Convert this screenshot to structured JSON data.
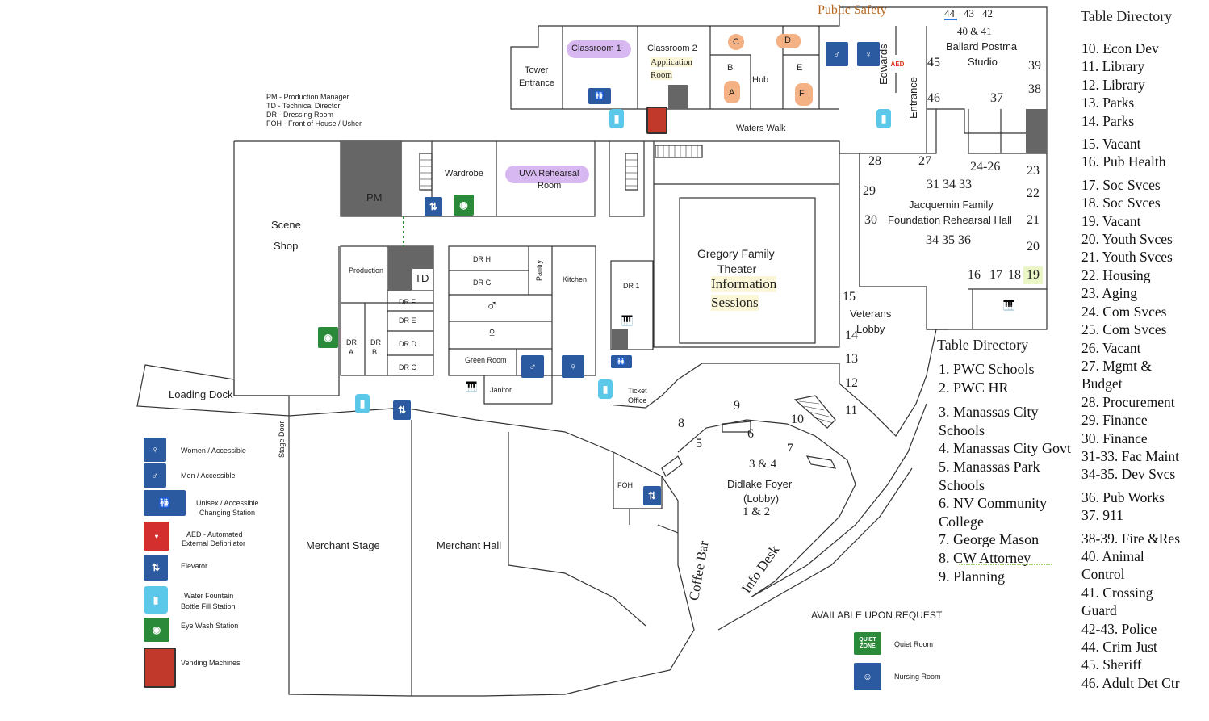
{
  "header": {
    "public_safety": "Public Safety",
    "directory_title": "Table Directory"
  },
  "colors": {
    "public_safety": "#b5651d",
    "accent_blue": "#2c5aa0",
    "eye_green": "#2a8a3a",
    "fountain": "#5bc8ea",
    "aed_red": "#d32f2f",
    "highlight": "#fbf6d8",
    "purple_room": "#d8b8f0"
  },
  "abbreviations": [
    "PM - Production Manager",
    "TD - Technical Director",
    "DR - Dressing Room",
    "FOH - Front of House / Usher"
  ],
  "rooms": {
    "classroom1": "Classroom 1",
    "classroom2": "Classroom 2",
    "application_room_1": "Application",
    "application_room_2": "Room",
    "tower_entrance_1": "Tower",
    "tower_entrance_2": "Entrance",
    "hub": "Hub",
    "ballard_1": "Ballard Postma",
    "ballard_2": "Studio",
    "edwards_1": "Edwards",
    "edwards_2": "Entrance",
    "waters_walk": "Waters Walk",
    "wardrobe": "Wardrobe",
    "uva_1": "UVA Rehearsal",
    "uva_2": "Room",
    "pm": "PM",
    "scene_shop_1": "Scene",
    "scene_shop_2": "Shop",
    "production": "Production",
    "td": "TD",
    "dr_h": "DR H",
    "dr_g": "DR G",
    "dr_f": "DR F",
    "dr_e": "DR E",
    "dr_d": "DR D",
    "dr_c": "DR C",
    "dr_a_1": "DR",
    "dr_a_2": "A",
    "dr_b_1": "DR",
    "dr_b_2": "B",
    "dr_1": "DR 1",
    "pantry": "Pantry",
    "kitchen": "Kitchen",
    "green_room": "Green Room",
    "janitor": "Janitor",
    "ticket_1": "Ticket",
    "ticket_2": "Office",
    "gregory_1": "Gregory Family",
    "gregory_2": "Theater",
    "info_sessions_1": "Information",
    "info_sessions_2": "Sessions",
    "jacquemin_1": "Jacquemin Family",
    "jacquemin_2": "Foundation Rehearsal Hall",
    "veterans_1": "Veterans",
    "veterans_2": "Lobby",
    "loading_dock": "Loading Dock",
    "stage_door": "Stage Door",
    "merchant_stage": "Merchant Stage",
    "merchant_hall": "Merchant Hall",
    "foh": "FOH",
    "coffee_bar": "Coffee Bar",
    "info_desk": "Info Desk",
    "didlake_1": "Didlake Foyer",
    "didlake_2": "(Lobby)",
    "didlake_3": "1 & 2",
    "didlake_34": "3 & 4",
    "hub_a": "A",
    "hub_b": "B",
    "hub_c": "C",
    "hub_d": "D",
    "hub_e": "E",
    "hub_f": "F"
  },
  "table_numbers": {
    "n44": "44",
    "n43": "43",
    "n42": "42",
    "n40_41": "40 & 41",
    "n45": "45",
    "n46": "46",
    "n37": "37",
    "n39": "39",
    "n38": "38",
    "n28": "28",
    "n27": "27",
    "n24_26": "24-26",
    "n23": "23",
    "n22": "22",
    "n21": "21",
    "n20": "20",
    "n29": "29",
    "n30": "30",
    "n31_34_33": "31 34 33",
    "n34_35_36": "34 35 36",
    "n16": "16",
    "n17": "17",
    "n18": "18",
    "n19": "19",
    "n15": "15",
    "n14": "14",
    "n13": "13",
    "n12": "12",
    "n11": "11",
    "n10": "10",
    "n9": "9",
    "n8": "8",
    "n7": "7",
    "n6": "6",
    "n5": "5"
  },
  "directory_lower": [
    "1.  PWC Schools",
    "2.  PWC HR",
    "3.  Manassas City Schools",
    "4.  Manassas City Govt",
    "5.  Manassas Park Schools",
    "6.  NV Community College",
    "7.  George Mason",
    "8.  CW Attorney",
    "9.  Planning"
  ],
  "directory_right": [
    "10.  Econ Dev",
    "11.  Library",
    "12.  Library",
    "13.  Parks",
    "14.  Parks",
    "15. Vacant",
    "16. Pub Health",
    "17.  Soc Svces",
    "18.  Soc Svces",
    "19.  Vacant",
    "20.  Youth Svces",
    "21.  Youth Svces",
    "22.  Housing",
    "23.  Aging",
    "24.  Com Svces",
    "25.  Com Svces",
    "26.  Vacant",
    "27.  Mgmt & Budget",
    "28.  Procurement",
    "29.  Finance",
    "30.  Finance",
    "31-33. Fac Maint",
    "34-35. Dev Svcs",
    "36. Pub Works",
    "37. 911",
    "38-39. Fire &Res",
    "40. Animal Control",
    "41. Crossing Guard",
    "42-43. Police",
    "44. Crim Just",
    "45. Sheriff",
    "46. Adult Det Ctr"
  ],
  "legend": {
    "women": "Women / Accessible",
    "men": "Men / Accessible",
    "unisex_1": "Unisex / Accessible",
    "unisex_2": "Changing Station",
    "aed_1": "AED - Automated",
    "aed_2": "External Defibrilator",
    "elevator": "Elevator",
    "fountain_1": "Water Fountain",
    "fountain_2": "Bottle Fill Station",
    "eyewash": "Eye Wash Station",
    "vending": "Vending Machines"
  },
  "available": {
    "title": "AVAILABLE UPON REQUEST",
    "quiet": "Quiet Room",
    "nursing": "Nursing Room",
    "quiet_icon_text": "QUIET ZONE"
  },
  "icons": {
    "aed_text": "AED"
  }
}
